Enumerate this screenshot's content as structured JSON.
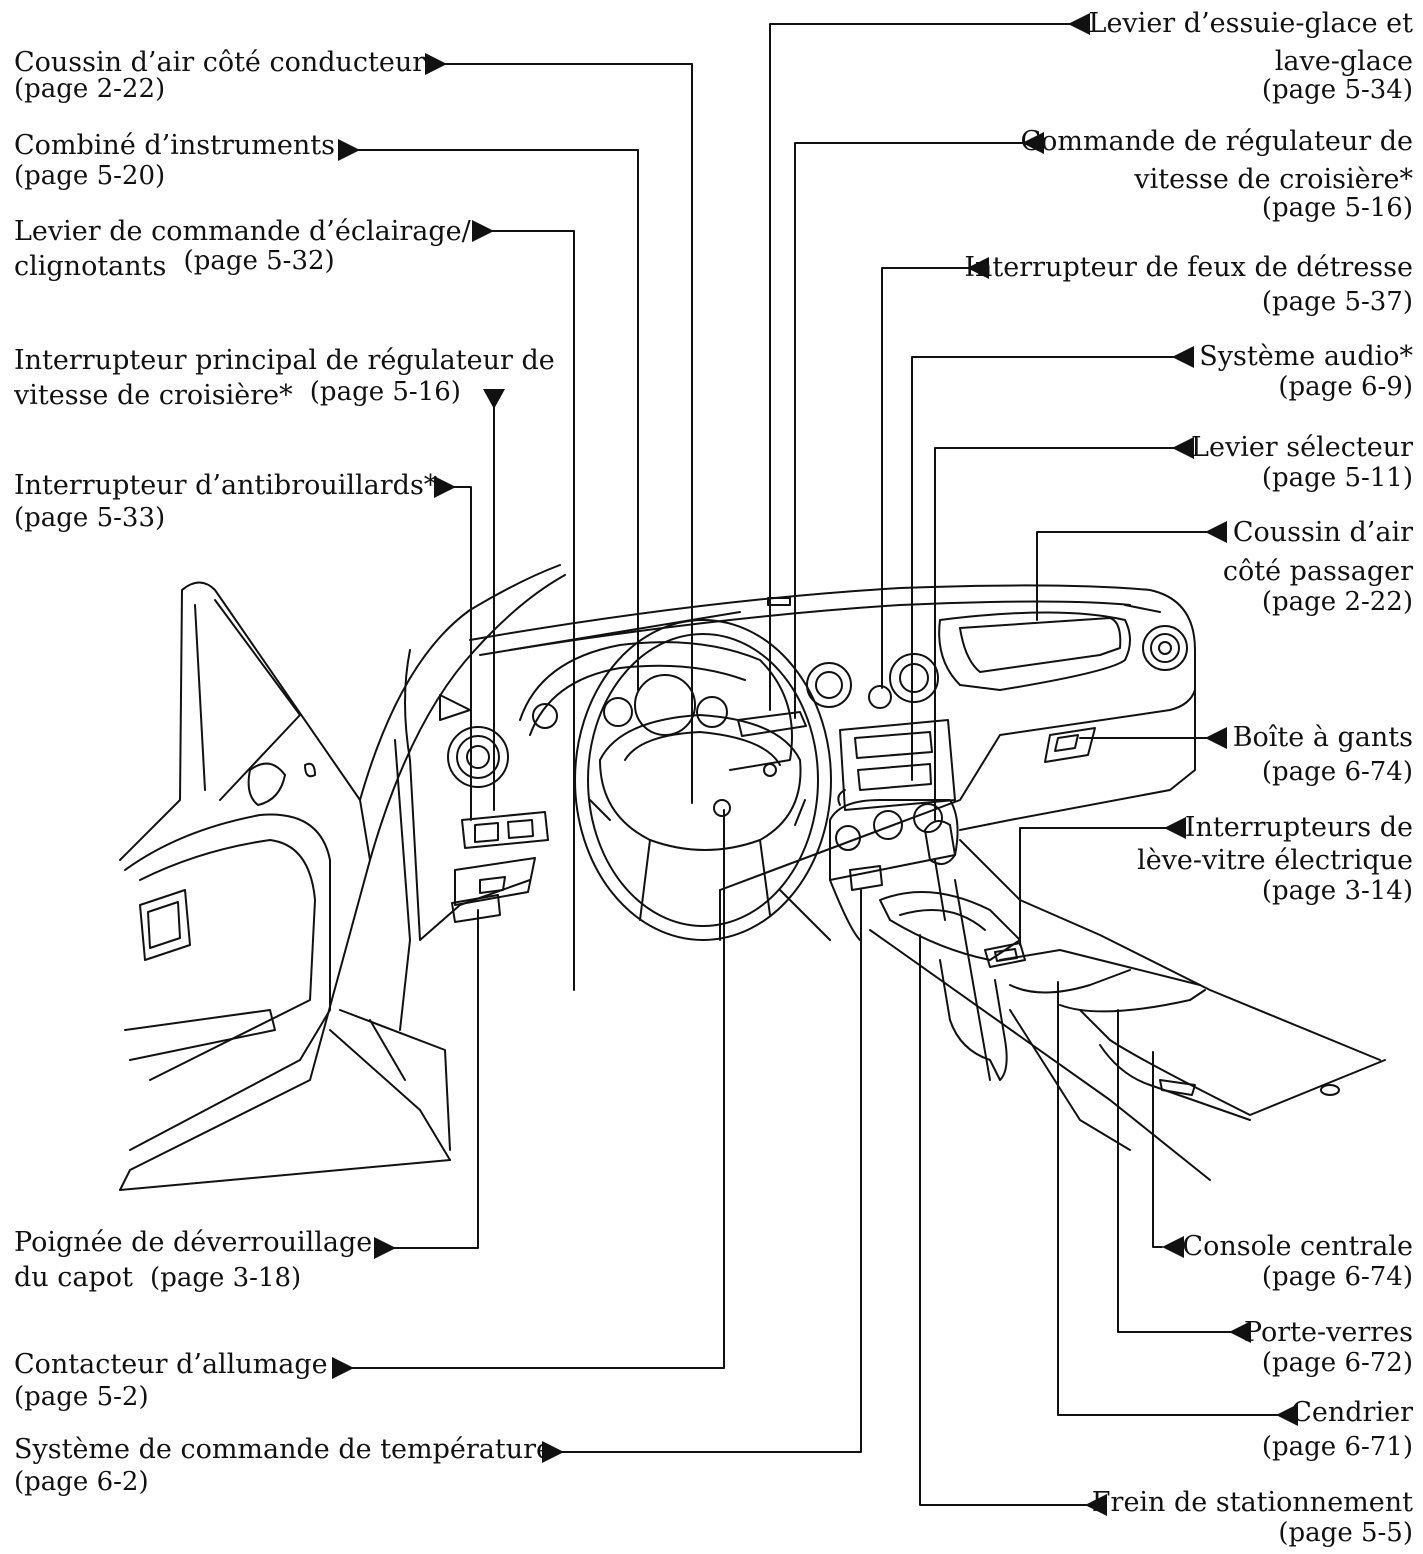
{
  "colors": {
    "ink": "#111111",
    "background": "#ffffff"
  },
  "labels": {
    "left": [
      {
        "line1": "Coussin d’air côté conducteur",
        "page": "(page 2-22)"
      },
      {
        "line1": "Combiné d’instruments",
        "page": "(page 5-20)"
      },
      {
        "line1": "Levier de commande d’éclairage/",
        "line2": "clignotants",
        "page": "(page 5-32)"
      },
      {
        "line1": "Interrupteur principal de régulateur de",
        "line2": "vitesse de croisière*",
        "page": "(page 5-16)"
      },
      {
        "line1": "Interrupteur d’antibrouillards*",
        "page": "(page 5-33)"
      },
      {
        "line1": "Poignée de déverrouillage",
        "line2": "du capot",
        "page": "(page 3-18)"
      },
      {
        "line1": "Contacteur d’allumage",
        "page": "(page 5-2)"
      },
      {
        "line1": "Système de commande de température",
        "page": "(page 6-2)"
      }
    ],
    "right": [
      {
        "line1": "Levier d’essuie-glace et",
        "line2": "lave-glace",
        "page": "(page 5-34)"
      },
      {
        "line1": "Commande de régulateur de",
        "line2": "vitesse de croisière*",
        "page": "(page 5-16)"
      },
      {
        "line1": "Interrupteur de feux de détresse",
        "page": "(page 5-37)"
      },
      {
        "line1": "Système audio*",
        "page": "(page 6-9)"
      },
      {
        "line1": "Levier sélecteur",
        "page": "(page 5-11)"
      },
      {
        "line1": "Coussin d’air",
        "line2": "côté passager",
        "page": "(page 2-22)"
      },
      {
        "line1": "Boîte à gants",
        "page": "(page 6-74)"
      },
      {
        "line1": "Interrupteurs de",
        "line2": "lève-vitre électrique",
        "page": "(page 3-14)"
      },
      {
        "line1": "Console centrale",
        "page": "(page 6-74)"
      },
      {
        "line1": "Porte-verres",
        "page": "(page 6-72)"
      },
      {
        "line1": "Cendrier",
        "page": "(page 6-71)"
      },
      {
        "line1": "Frein de stationnement",
        "page": "(page 5-5)"
      }
    ]
  }
}
